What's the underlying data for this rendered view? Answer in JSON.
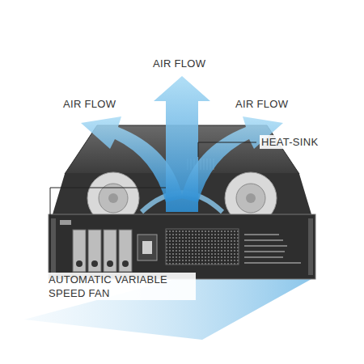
{
  "diagram": {
    "labels": [
      "AIR FLOW",
      "AIR FLOW",
      "AIR FLOW",
      "HEAT-SINK",
      "AUTOMATIC VARIABLE SPEED FAN"
    ]
  }
}
